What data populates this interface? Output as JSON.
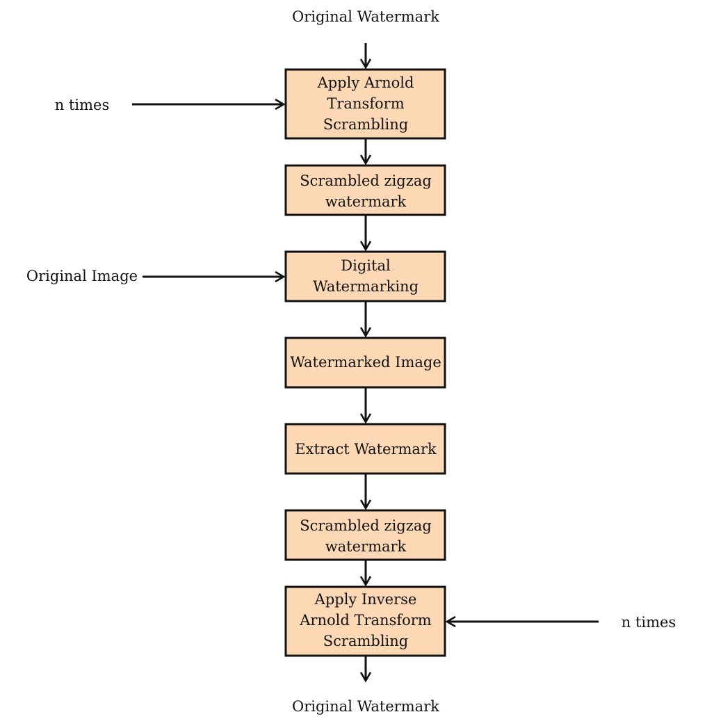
{
  "diagram": {
    "top_label": "Original Watermark",
    "bottom_label": "Original Watermark",
    "left_inputs": {
      "n_times": "n times",
      "original_image": "Original Image"
    },
    "right_inputs": {
      "n_times": "n times"
    },
    "steps": [
      {
        "id": "arnold",
        "lines": [
          "Apply Arnold",
          "Transform",
          "Scrambling"
        ]
      },
      {
        "id": "scrambled1",
        "lines": [
          "Scrambled zigzag",
          "watermark"
        ]
      },
      {
        "id": "digital",
        "lines": [
          "Digital",
          "Watermarking"
        ]
      },
      {
        "id": "watermarked",
        "lines": [
          "Watermarked Image"
        ]
      },
      {
        "id": "extract",
        "lines": [
          "Extract Watermark"
        ]
      },
      {
        "id": "scrambled2",
        "lines": [
          "Scrambled zigzag",
          "watermark"
        ]
      },
      {
        "id": "inverse",
        "lines": [
          "Apply Inverse",
          "Arnold Transform",
          "Scrambling"
        ]
      }
    ],
    "colors": {
      "box_fill": "#fcd9b4",
      "stroke": "#111111"
    }
  }
}
